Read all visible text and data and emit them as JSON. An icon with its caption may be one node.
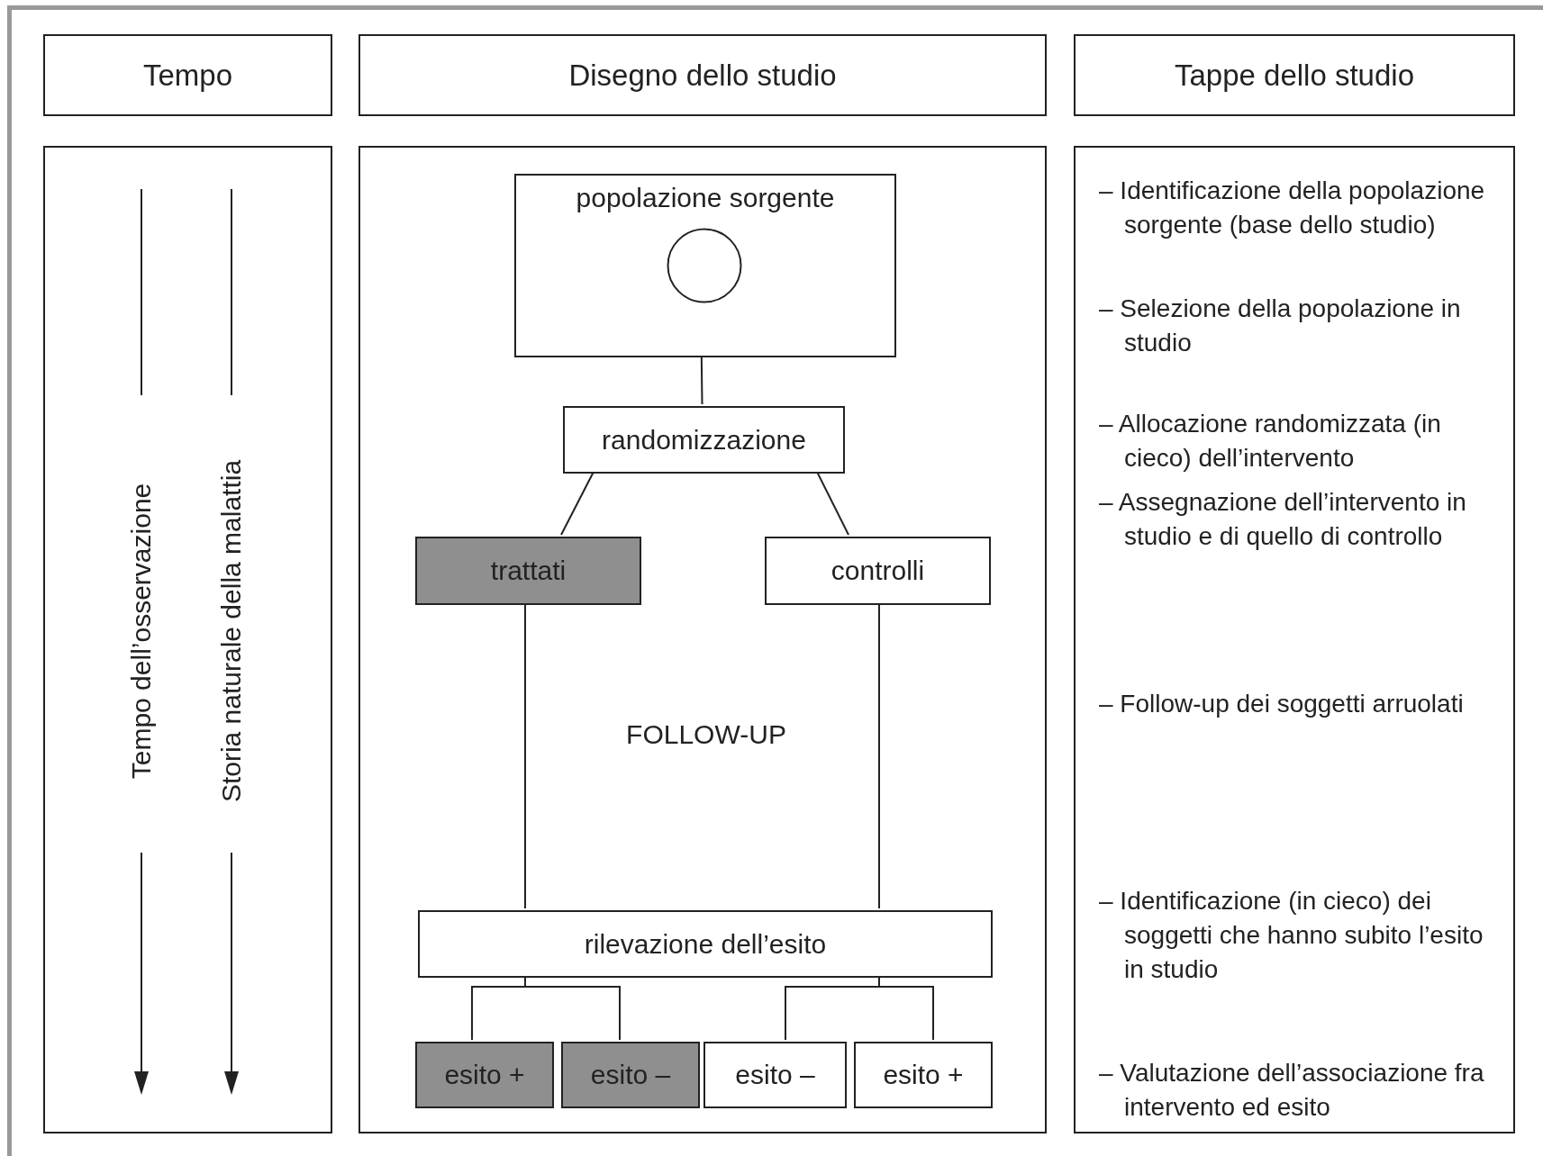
{
  "diagram": {
    "nodes": [
      {
        "text": [
          "Tempo"
        ]
      },
      {
        "text": [
          "Disegno dello studio"
        ]
      },
      {
        "text": [
          "Tappe dello studio"
        ]
      },
      {
        "text": [
          "Tempo dell’osservazione",
          "Storia naturale della malattia"
        ]
      },
      {
        "text": [
          "FOLLOW-UP"
        ]
      },
      {
        "text": [
          "– Identificazione della popolazione sorgente (base dello studio)",
          "– Selezione della popolazione in studio",
          "– Allocazione randomizzata (in cieco) dell’intervento",
          "– Assegnazione dell’intervento in studio e di quello di controllo",
          "– Follow-up dei soggetti arruolati",
          "– Identificazione (in cieco) dei soggetti che hanno subito l’esito in studio",
          "– Valutazione dell’associazione fra intervento ed esito"
        ]
      },
      {
        "text": [
          "popolazione sorgente"
        ],
        "in": 4
      },
      {
        "text": [],
        "shape": "circle",
        "in": 6
      },
      {
        "text": [
          "randomizzazione"
        ],
        "in": 4
      },
      {
        "text": [
          "trattati"
        ],
        "in": 4
      },
      {
        "text": [
          "controlli"
        ],
        "in": 4
      },
      {
        "text": [
          "rilevazione dell’esito"
        ],
        "in": 4
      },
      {
        "text": [
          "esito +"
        ],
        "in": 4
      },
      {
        "text": [
          "esito –"
        ],
        "in": 4
      },
      {
        "text": [
          "esito –"
        ],
        "in": 4
      },
      {
        "text": [
          "esito +"
        ],
        "in": 4
      }
    ],
    "edges": [
      {
        "from": 7,
        "to": 8,
        "arrow": "none"
      },
      {
        "from": 8,
        "to": 9,
        "arrow": "none"
      },
      {
        "from": 8,
        "to": 10,
        "arrow": "none"
      },
      {
        "from": 9,
        "to": 11,
        "arrow": "none"
      },
      {
        "from": 10,
        "to": 11,
        "arrow": "none"
      },
      {
        "from": 11,
        "to": 12,
        "arrow": "none"
      },
      {
        "from": 11,
        "to": 13,
        "arrow": "none"
      },
      {
        "from": 11,
        "to": 14,
        "arrow": "none"
      },
      {
        "from": 11,
        "to": 15,
        "arrow": "none"
      }
    ]
  }
}
